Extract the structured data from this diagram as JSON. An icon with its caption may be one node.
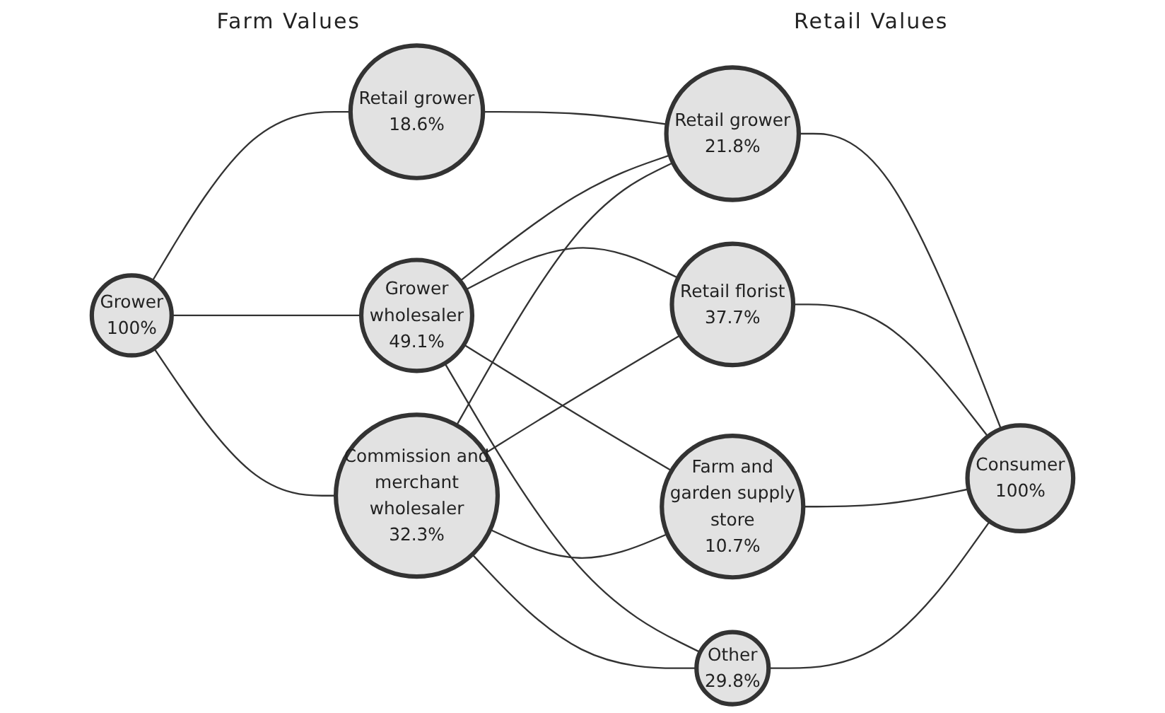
{
  "diagram": {
    "nodes": [
      {
        "text": [
          "Grower",
          "100%"
        ]
      },
      {
        "text": [
          "Retail grower",
          "18.6%"
        ]
      },
      {
        "text": [
          "Grower wholesaler",
          "49.1%"
        ]
      },
      {
        "text": [
          "Commission and merchant wholesaler",
          "32.3%"
        ]
      },
      {
        "text": [
          "Retail grower",
          "21.8%"
        ]
      },
      {
        "text": [
          "Retail florist",
          "37.7%"
        ]
      },
      {
        "text": [
          "Farm and garden supply store",
          "10.7%"
        ]
      },
      {
        "text": [
          "Other",
          "29.8%"
        ]
      },
      {
        "text": [
          "Consumer",
          "100%"
        ]
      }
    ],
    "edges": [
      {
        "from": 0,
        "to": 1,
        "arrow": "none"
      },
      {
        "from": 0,
        "to": 2,
        "arrow": "none"
      },
      {
        "from": 0,
        "to": 3,
        "arrow": "none"
      },
      {
        "from": 1,
        "to": 4,
        "arrow": "none"
      },
      {
        "from": 2,
        "to": 4,
        "arrow": "none"
      },
      {
        "from": 2,
        "to": 5,
        "arrow": "none"
      },
      {
        "from": 2,
        "to": 6,
        "arrow": "none"
      },
      {
        "from": 2,
        "to": 7,
        "arrow": "none"
      },
      {
        "from": 3,
        "to": 4,
        "arrow": "none"
      },
      {
        "from": 3,
        "to": 5,
        "arrow": "none"
      },
      {
        "from": 3,
        "to": 6,
        "arrow": "none"
      },
      {
        "from": 3,
        "to": 7,
        "arrow": "none"
      },
      {
        "from": 4,
        "to": 8,
        "arrow": "none"
      },
      {
        "from": 5,
        "to": 8,
        "arrow": "none"
      },
      {
        "from": 6,
        "to": 8,
        "arrow": "none"
      },
      {
        "from": 7,
        "to": 8,
        "arrow": "none"
      }
    ],
    "labels": [
      "Farm Values",
      "Retail Values"
    ]
  }
}
